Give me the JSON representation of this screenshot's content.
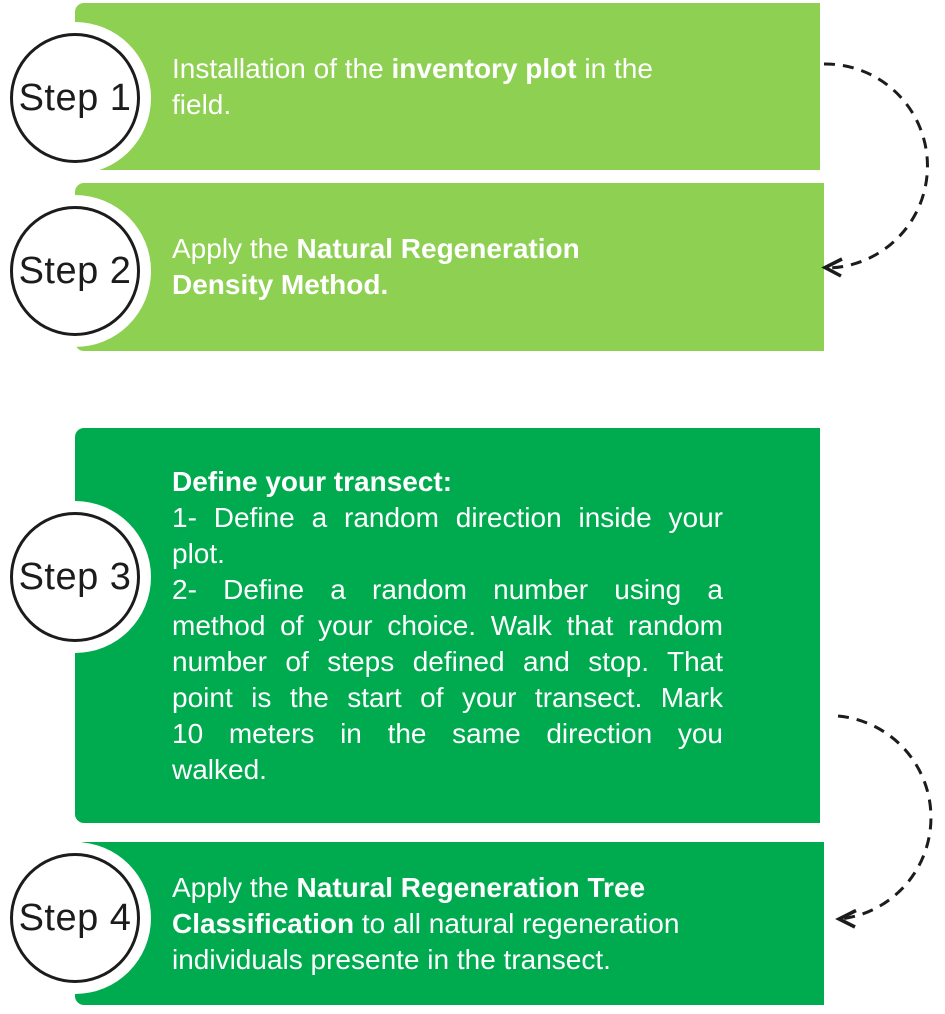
{
  "figure": {
    "name": "natural-regeneration-field-protocol-flow",
    "description": "Four-step field protocol flow diagram"
  },
  "colors": {
    "box_light": "#8ED051",
    "box_dark": "#00AB4F",
    "box_text": "#FFFFFF",
    "step_circle_fill": "#FFFFFF",
    "step_circle_border": "#1C1C1C",
    "step_label_text": "#1C1C1C",
    "arrow": "#1C1C1C",
    "background": "#FFFFFF"
  },
  "steps": [
    {
      "label": "Step 1",
      "tone": "light",
      "text_plain": "Installation of the inventory plot in the field.",
      "lines": [
        {
          "justify": false,
          "segments": [
            {
              "text": "Installation of the "
            },
            {
              "text": "inventory plot",
              "bold": true
            },
            {
              "text": " in the"
            }
          ]
        },
        {
          "justify": false,
          "segments": [
            {
              "text": "field."
            }
          ]
        }
      ]
    },
    {
      "label": "Step 2",
      "tone": "light",
      "text_plain": "Apply the Natural Regeneration Density Method.",
      "lines": [
        {
          "justify": false,
          "segments": [
            {
              "text": "Apply the "
            },
            {
              "text": "Natural Regeneration",
              "bold": true
            }
          ]
        },
        {
          "justify": false,
          "segments": [
            {
              "text": "Density Method.",
              "bold": true
            }
          ]
        }
      ]
    },
    {
      "label": "Step 3",
      "tone": "dark",
      "text_plain": "Define your transect: 1- Define a random direction inside your plot. 2- Define a random number using a method of your choice. Walk that random number of steps defined and stop. That point is the start of your transect. Mark 10 meters in the same direction you walked.",
      "lines": [
        {
          "justify": false,
          "segments": [
            {
              "text": "Define your transect:",
              "bold": true
            }
          ]
        },
        {
          "justify": true,
          "segments": [
            {
              "text": "1- Define a random direction inside your"
            }
          ]
        },
        {
          "justify": false,
          "segments": [
            {
              "text": "plot."
            }
          ]
        },
        {
          "justify": true,
          "segments": [
            {
              "text": "2- Define a random number using a"
            }
          ]
        },
        {
          "justify": true,
          "segments": [
            {
              "text": "method of your choice. Walk that random"
            }
          ]
        },
        {
          "justify": true,
          "segments": [
            {
              "text": "number of steps defined and stop. That"
            }
          ]
        },
        {
          "justify": true,
          "segments": [
            {
              "text": "point is the start of your transect. Mark"
            }
          ]
        },
        {
          "justify": true,
          "segments": [
            {
              "text": "10 meters in the same direction you"
            }
          ]
        },
        {
          "justify": false,
          "segments": [
            {
              "text": "walked."
            }
          ]
        }
      ]
    },
    {
      "label": "Step 4",
      "tone": "dark",
      "text_plain": "Apply the Natural Regeneration Tree Classification to all natural regeneration individuals presente in the transect.",
      "lines": [
        {
          "justify": false,
          "segments": [
            {
              "text": "Apply the "
            },
            {
              "text": "Natural Regeneration Tree",
              "bold": true
            }
          ]
        },
        {
          "justify": false,
          "segments": [
            {
              "text": "Classification",
              "bold": true
            },
            {
              "text": " to all natural regeneration"
            }
          ]
        },
        {
          "justify": false,
          "segments": [
            {
              "text": "individuals presente in the transect."
            }
          ]
        }
      ]
    }
  ],
  "arrows": [
    {
      "name": "arrow-step1-to-step2",
      "from": "Step 1",
      "to": "Step 2",
      "style": "dashed-arc"
    },
    {
      "name": "arrow-step3-to-step4",
      "from": "Step 3",
      "to": "Step 4",
      "style": "dashed-arc"
    }
  ]
}
